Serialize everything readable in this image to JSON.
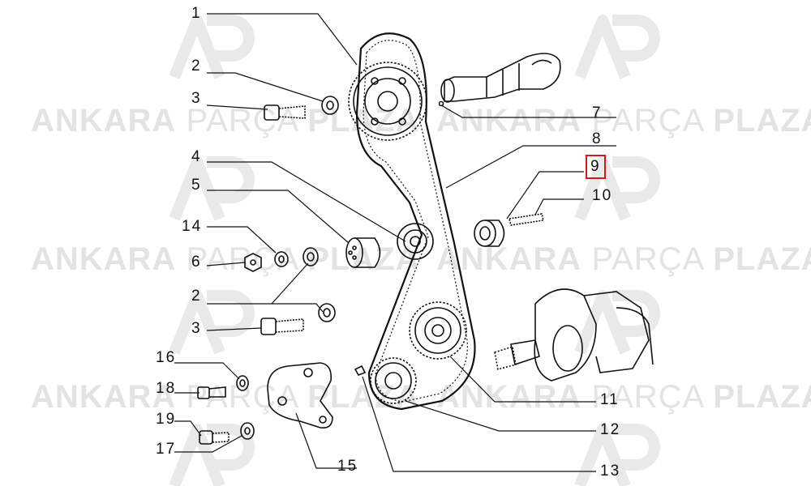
{
  "watermark": {
    "brand_a": "ANKARA",
    "brand_b": "PARÇA",
    "brand_c": "PLAZA",
    "logo_text": "AP"
  },
  "callouts": [
    {
      "id": "c1",
      "label": "1"
    },
    {
      "id": "c2a",
      "label": "2"
    },
    {
      "id": "c3a",
      "label": "3"
    },
    {
      "id": "c4",
      "label": "4"
    },
    {
      "id": "c5",
      "label": "5"
    },
    {
      "id": "c14",
      "label": "14"
    },
    {
      "id": "c6",
      "label": "6"
    },
    {
      "id": "c2b",
      "label": "2"
    },
    {
      "id": "c3b",
      "label": "3"
    },
    {
      "id": "c16",
      "label": "16"
    },
    {
      "id": "c18",
      "label": "18"
    },
    {
      "id": "c19",
      "label": "19"
    },
    {
      "id": "c17",
      "label": "17"
    },
    {
      "id": "c7",
      "label": "7"
    },
    {
      "id": "c8",
      "label": "8"
    },
    {
      "id": "c9",
      "label": "9",
      "highlighted": true
    },
    {
      "id": "c10",
      "label": "10"
    },
    {
      "id": "c11",
      "label": "11"
    },
    {
      "id": "c12",
      "label": "12"
    },
    {
      "id": "c13",
      "label": "13"
    },
    {
      "id": "c15",
      "label": "15"
    }
  ],
  "highlight_color": "#d11a1a"
}
